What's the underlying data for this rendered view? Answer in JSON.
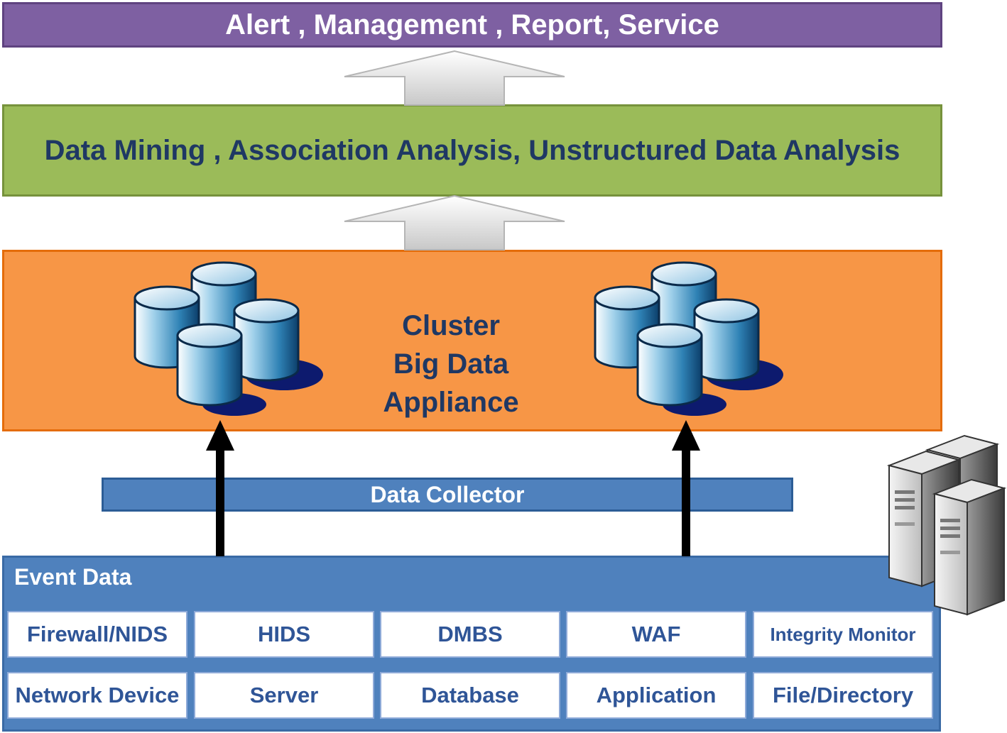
{
  "layers": {
    "top": "Alert , Management , Report, Service",
    "analysis": "Data Mining , Association Analysis, Unstructured Data Analysis",
    "cluster_line1": "Cluster",
    "cluster_line2": "Big Data Appliance",
    "collector": "Data Collector",
    "event": "Event Data"
  },
  "event_sources": {
    "row1": [
      "Firewall/NIDS",
      "HIDS",
      "DMBS",
      "WAF",
      "Integrity Monitor"
    ],
    "row2": [
      "Network Device",
      "Server",
      "Database",
      "Application",
      "File/Directory"
    ]
  },
  "colors": {
    "top": "#7e60a2",
    "analysis": "#9bbb59",
    "cluster": "#f79646",
    "collector": "#4f81bd",
    "event": "#4f81bd"
  }
}
